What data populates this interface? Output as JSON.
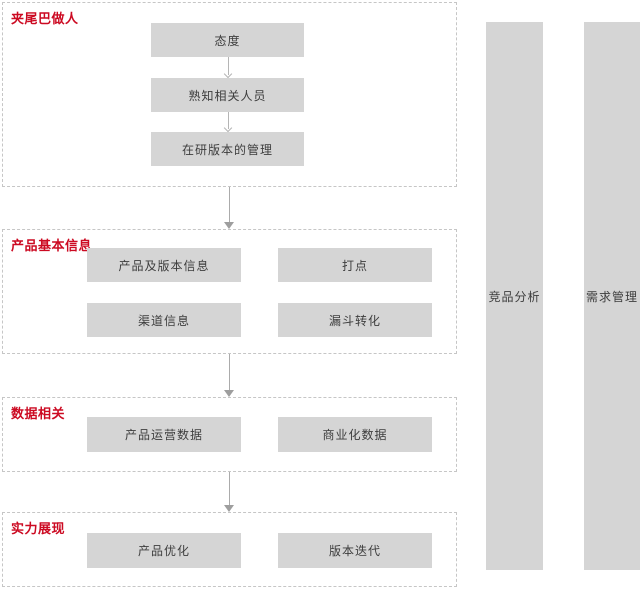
{
  "diagram": {
    "sections": [
      {
        "title": "夹尾巴做人",
        "boxes": [
          "态度",
          "熟知相关人员",
          "在研版本的管理"
        ]
      },
      {
        "title": "产品基本信息",
        "boxes": [
          "产品及版本信息",
          "打点",
          "渠道信息",
          "漏斗转化"
        ]
      },
      {
        "title": "数据相关",
        "boxes": [
          "产品运营数据",
          "商业化数据"
        ]
      },
      {
        "title": "实力展现",
        "boxes": [
          "产品优化",
          "版本迭代"
        ]
      }
    ],
    "side_bars": [
      {
        "label": "竞品分析"
      },
      {
        "label": "需求管理"
      }
    ],
    "colors": {
      "section_title_red": "#cc0a22",
      "node_fill": "#d5d5d5",
      "node_text": "#3d3d3d",
      "dashed_border": "#c6c6c6",
      "arrow_gray": "#9e9e9e"
    }
  }
}
